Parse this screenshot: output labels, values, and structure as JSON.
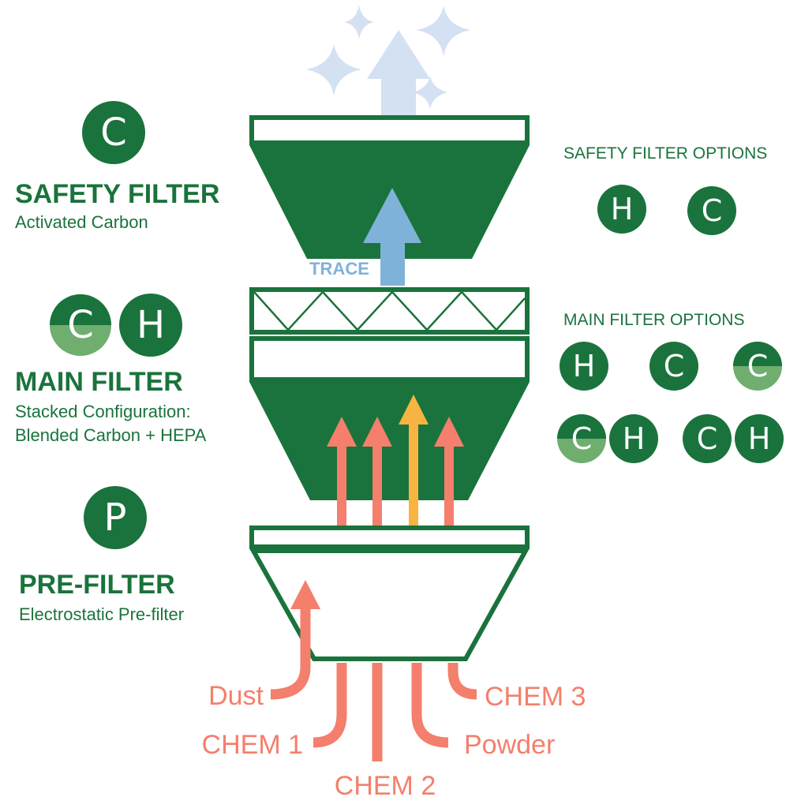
{
  "colors": {
    "green": "#1a733c",
    "light_green": "#6fae6f",
    "salmon": "#f47f6c",
    "orange": "#f7b440",
    "blue": "#7fb2d8",
    "pale_blue": "#d4e1f2"
  },
  "safety_filter": {
    "badge": "C",
    "title": "SAFETY FILTER",
    "subtitle": "Activated Carbon"
  },
  "main_filter": {
    "badge_1": "C",
    "badge_2": "H",
    "title": "MAIN FILTER",
    "subtitle_line1": "Stacked Configuration:",
    "subtitle_line2": "Blended Carbon + HEPA"
  },
  "pre_filter": {
    "badge": "P",
    "title": "PRE-FILTER",
    "subtitle": "Electrostatic Pre-filter"
  },
  "trace_label": "TRACE",
  "safety_options": {
    "heading": "SAFETY FILTER OPTIONS",
    "badges": [
      "H",
      "C"
    ]
  },
  "main_options": {
    "heading": "MAIN FILTER OPTIONS",
    "row1": [
      "H",
      "C",
      "C"
    ],
    "row2": [
      [
        "C",
        "H"
      ],
      [
        "C",
        "H"
      ]
    ]
  },
  "inputs": {
    "dust": "Dust",
    "chem1": "CHEM 1",
    "chem2": "CHEM 2",
    "powder": "Powder",
    "chem3": "CHEM 3"
  }
}
